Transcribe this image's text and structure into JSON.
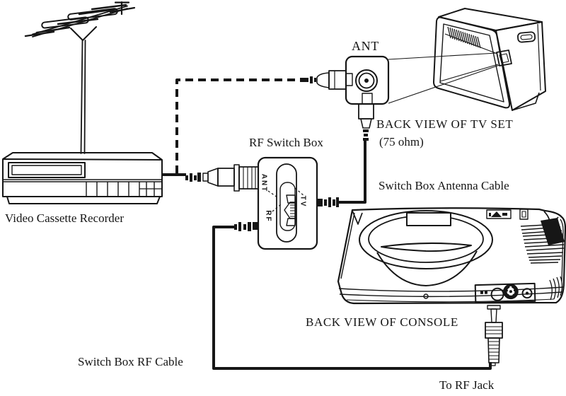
{
  "diagram": {
    "title_context": "Console hookup diagram",
    "labels": {
      "video_cassette_recorder": "Video Cassette Recorder",
      "rf_switch_box": "RF Switch Box",
      "ant_terminal": "ANT",
      "back_view_of_tv_set": "BACK VIEW OF TV SET",
      "ohm_75": "(75 ohm)",
      "switch_box_antenna_cable": "Switch Box Antenna Cable",
      "back_view_of_console": "BACK VIEW OF CONSOLE",
      "switch_box_rf_cable": "Switch Box RF Cable",
      "to_rf_jack": "To RF Jack",
      "switch_positions": {
        "ant": "ANT",
        "tv": "TV",
        "rf": "RF"
      }
    },
    "colors": {
      "ink": "#161616",
      "paper": "#ffffff"
    }
  }
}
